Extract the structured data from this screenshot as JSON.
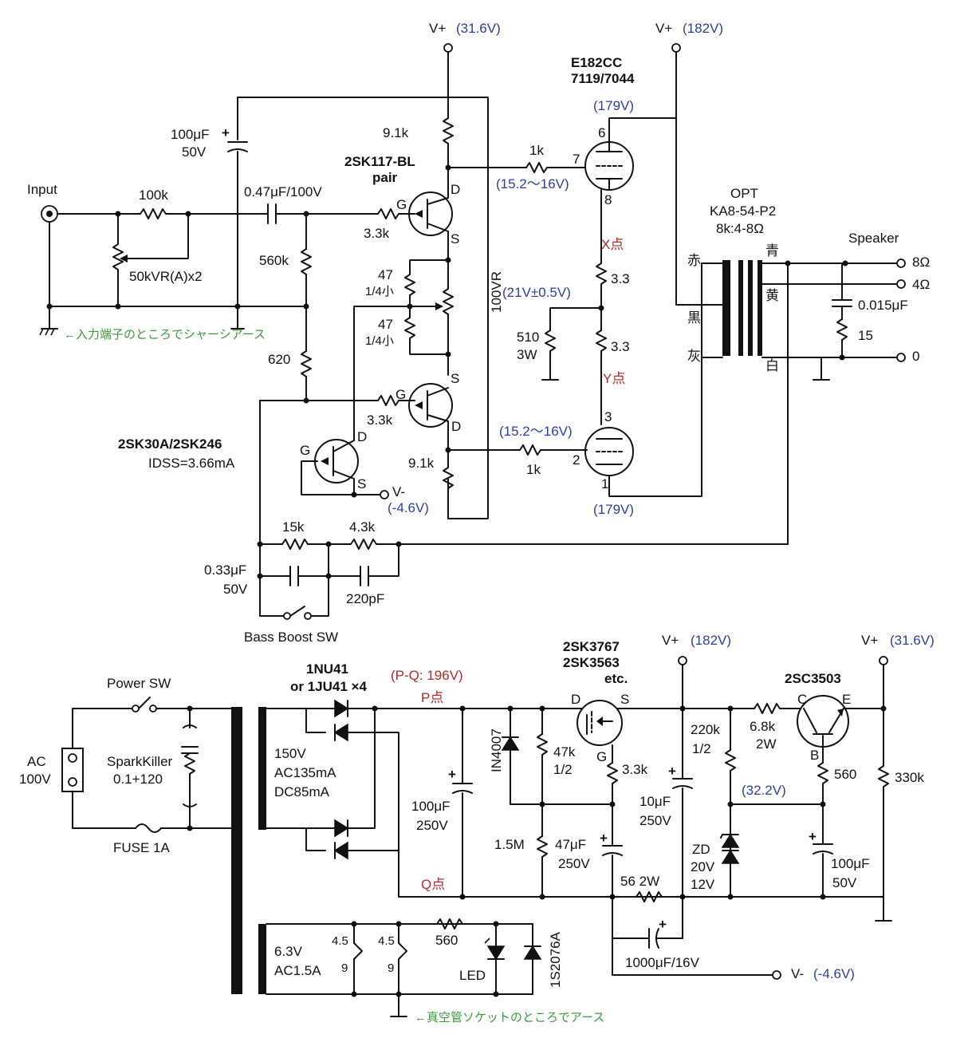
{
  "colors": {
    "voltage": "#2b3f9e",
    "node": "#b02a2a",
    "note": "#3a9a3a",
    "wire": "#111111"
  },
  "supply": {
    "vplus_label": "V+",
    "v_amp": "(31.6V)",
    "v_plate": "(182V)",
    "vminus_label": "V-",
    "v_neg": "(-4.6V)"
  },
  "input": {
    "label": "Input",
    "r_series": "100k",
    "vr": "50kVR(A)x2",
    "ground_note": "←入力端子のところでシャーシアース"
  },
  "bypass": {
    "cap": "100μF",
    "rating": "50V"
  },
  "coupling": {
    "cap": "0.47μF/100V",
    "r_bias": "560k",
    "r_bias2": "620"
  },
  "fet": {
    "pair_name": "2SK117-BL",
    "pair_sub": "pair",
    "r_gate": "3.3k",
    "r_drain": "9.1k",
    "r_src": "47",
    "r_src_rating": "1/4小",
    "vr": "100VR",
    "pin_g": "G",
    "pin_d": "D",
    "pin_s": "S",
    "cs_name": "2SK30A/2SK246",
    "cs_idss": "IDSS=3.66mA"
  },
  "tube": {
    "name": "E182CC",
    "alt": "7119/7044",
    "v_plate": "(179V)",
    "v_grid": "(15.2～16V)",
    "r_grid": "1k",
    "pins_top": [
      "6",
      "7",
      "8"
    ],
    "pins_bot": [
      "3",
      "2",
      "1"
    ],
    "x_point": "X点",
    "y_point": "Y点",
    "r_cathode": "3.3",
    "v_cathode": "(21V±0.5V)",
    "r_bias": "510",
    "r_bias_w": "3W"
  },
  "opt": {
    "label": "OPT",
    "model": "KA8-54-P2",
    "ratio": "8k:4-8Ω",
    "wires": [
      "赤",
      "黒",
      "灰",
      "青",
      "黄",
      "白"
    ]
  },
  "speaker": {
    "label": "Speaker",
    "taps": [
      "8Ω",
      "4Ω",
      "0"
    ],
    "zobel_c": "0.015μF",
    "zobel_r": "15"
  },
  "nfb": {
    "r1": "15k",
    "r2": "4.3k",
    "c1": "0.33μF",
    "c1_v": "50V",
    "c2": "220pF",
    "switch": "Bass Boost SW"
  },
  "power": {
    "ac": "AC",
    "ac_v": "100V",
    "switch": "Power SW",
    "sparkkiller": "SparkKiller",
    "sk_value": "0.1+120",
    "fuse": "FUSE 1A",
    "rect": "1NU41",
    "rect_alt": "or 1JU41 ×4",
    "sec_v": "150V",
    "sec_ac": "AC135mA",
    "sec_dc": "DC85mA",
    "pq": "(P-Q: 196V)",
    "p_point": "P点",
    "q_point": "Q点",
    "c_main": "100μF",
    "c_main_v": "250V",
    "diode": "IN4007",
    "r47k": "47k",
    "r47k_w": "1/2",
    "r15m": "1.5M",
    "c47": "47μF",
    "c47_v": "250V",
    "mosfet": "2SK3767",
    "mosfet_alt": "2SK3563",
    "mosfet_etc": "etc.",
    "r_gate": "3.3k",
    "c10": "10μF",
    "c10_v": "250V",
    "r56": "56 2W",
    "c1000": "1000μF/16V",
    "r220k": "220k",
    "r220k_w": "1/2",
    "r68k": "6.8k",
    "r68k_w": "2W",
    "v_zd": "(32.2V)",
    "zd": "ZD",
    "zd_v1": "20V",
    "zd_v2": "12V",
    "trans": "2SC3503",
    "r560": "560",
    "c100": "100μF",
    "c100_v": "50V",
    "r330k": "330k",
    "heater_v": "6.3V",
    "heater_a": "AC1.5A",
    "heater_pins": [
      "4.5",
      "9",
      "4.5",
      "9"
    ],
    "r_led": "560",
    "led": "LED",
    "diode2": "1S2076A",
    "ground_note": "←真空管ソケットのところでアース"
  }
}
